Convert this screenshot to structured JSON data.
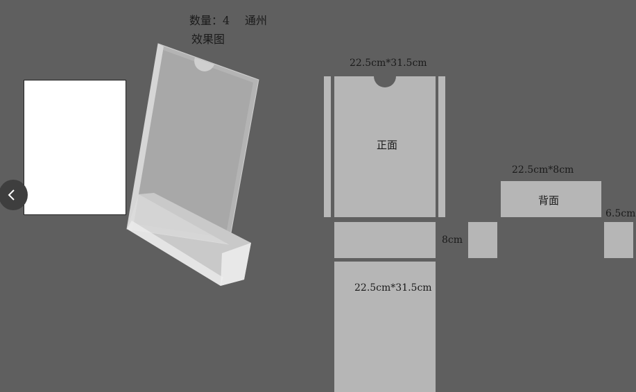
{
  "header": {
    "quantity": "数量：4",
    "location": "通州",
    "effect_title": "效果图"
  },
  "diagram": {
    "front_size": "22.5cm*31.5cm",
    "front_label": "正面",
    "back_size": "22.5cm*8cm",
    "back_label": "背面",
    "depth_label": "8cm",
    "side_label": "6.5cm",
    "bottom_size": "22.5cm*31.5cm"
  },
  "nav": {
    "icon": "chevron-left-icon"
  },
  "colors": {
    "background": "#5f5f5f",
    "panel": "#b6b6b6",
    "nav_button": "#3e3e3e"
  }
}
